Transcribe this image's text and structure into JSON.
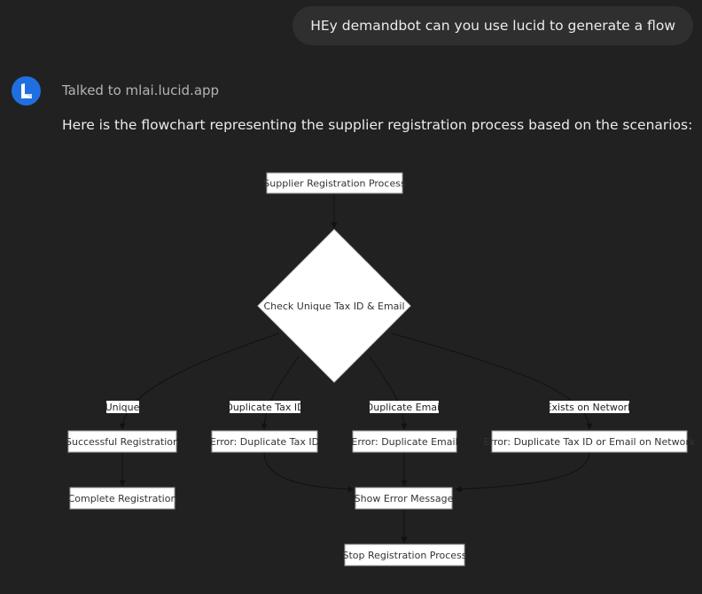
{
  "user_message": "HEy demandbot can you use lucid to generate a flow",
  "assistant": {
    "avatar_icon": "lucid-logo-icon",
    "tool_status": "Talked to mlai.lucid.app",
    "response_text": "Here is the flowchart representing the supplier registration process based on the scenarios:"
  },
  "flowchart": {
    "nodes": {
      "start": "Supplier Registration Process",
      "check": "Check Unique Tax ID & Email",
      "success": "Successful Registration",
      "complete": "Complete Registration",
      "err_tax": "Error: Duplicate Tax ID",
      "err_email": "Error: Duplicate Email",
      "err_network": "Error: Duplicate Tax ID or Email on Network",
      "show_error": "Show Error Message",
      "stop": "Stop Registration Process"
    },
    "edge_labels": {
      "unique": "Unique",
      "dup_tax": "Duplicate Tax ID",
      "dup_email": "Duplicate Email",
      "exists": "Exists on Network"
    }
  }
}
